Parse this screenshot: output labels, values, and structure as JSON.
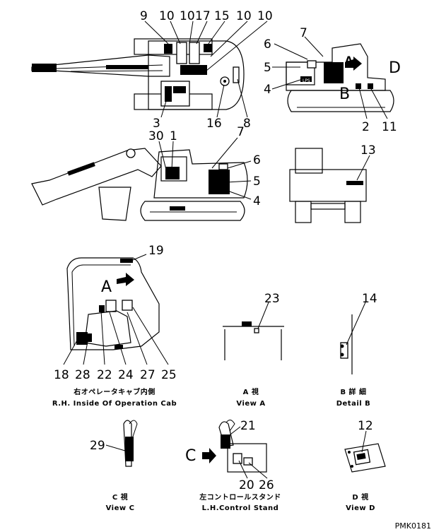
{
  "top_view": {
    "callouts": {
      "c9": "9",
      "c10a": "10",
      "c10b": "10",
      "c17": "17",
      "c15": "15",
      "c10c": "10",
      "c10d": "10",
      "c3": "3",
      "c16": "16",
      "c8": "8"
    }
  },
  "rear_side_view": {
    "callouts": {
      "c7": "7",
      "c6": "6",
      "c5": "5",
      "c4": "4",
      "c2": "2",
      "c11": "11"
    },
    "letters": {
      "a_label": "A",
      "b_label": "B",
      "d_label": "D"
    },
    "decal_text": "LPS"
  },
  "side_view": {
    "callouts": {
      "c30": "30",
      "c1": "1",
      "c7": "7",
      "c6": "6",
      "c5": "5",
      "c4": "4"
    }
  },
  "rear_view": {
    "callouts": {
      "c13": "13"
    }
  },
  "cab_view": {
    "callouts": {
      "c19": "19",
      "c18": "18",
      "c28": "28",
      "c22": "22",
      "c24": "24",
      "c27": "27",
      "c25": "25"
    },
    "arrow_label": "A",
    "caption_jp": "右オペレータキャブ内側",
    "caption_en": "R.H. Inside Of Operation Cab"
  },
  "view_a": {
    "callout": "23",
    "caption_jp": "A 視",
    "caption_en": "View A"
  },
  "detail_b": {
    "callout": "14",
    "caption_jp": "B 詳 細",
    "caption_en": "Detail B"
  },
  "view_c": {
    "callout": "29",
    "caption_jp": "C 視",
    "caption_en": "View C"
  },
  "control_stand": {
    "callouts": {
      "c21": "21",
      "c20": "20",
      "c26": "26"
    },
    "arrow_label": "C",
    "caption_jp": "左コントロールスタンド",
    "caption_en": "L.H.Control Stand"
  },
  "view_d": {
    "callout": "12",
    "caption_jp": "D 視",
    "caption_en": "View D"
  },
  "drawing_code": "PMK0181"
}
